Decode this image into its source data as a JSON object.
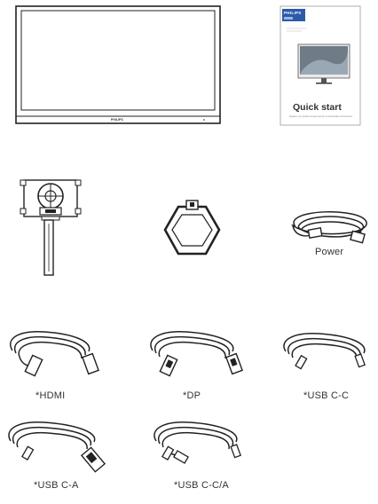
{
  "monitor": {
    "logo": "PHILIPS"
  },
  "quick_start": {
    "brand": "PHILIPS",
    "title": "Quick start",
    "url": "Register your product and get support at www.philips.com/welcome"
  },
  "items": {
    "power": {
      "label": "Power"
    },
    "hdmi": {
      "label": "*HDMI"
    },
    "dp": {
      "label": "*DP"
    },
    "usb_cc": {
      "label": "*USB C-C"
    },
    "usb_ca": {
      "label": "*USB C-A"
    },
    "usb_cca": {
      "label": "*USB C-C/A"
    }
  }
}
